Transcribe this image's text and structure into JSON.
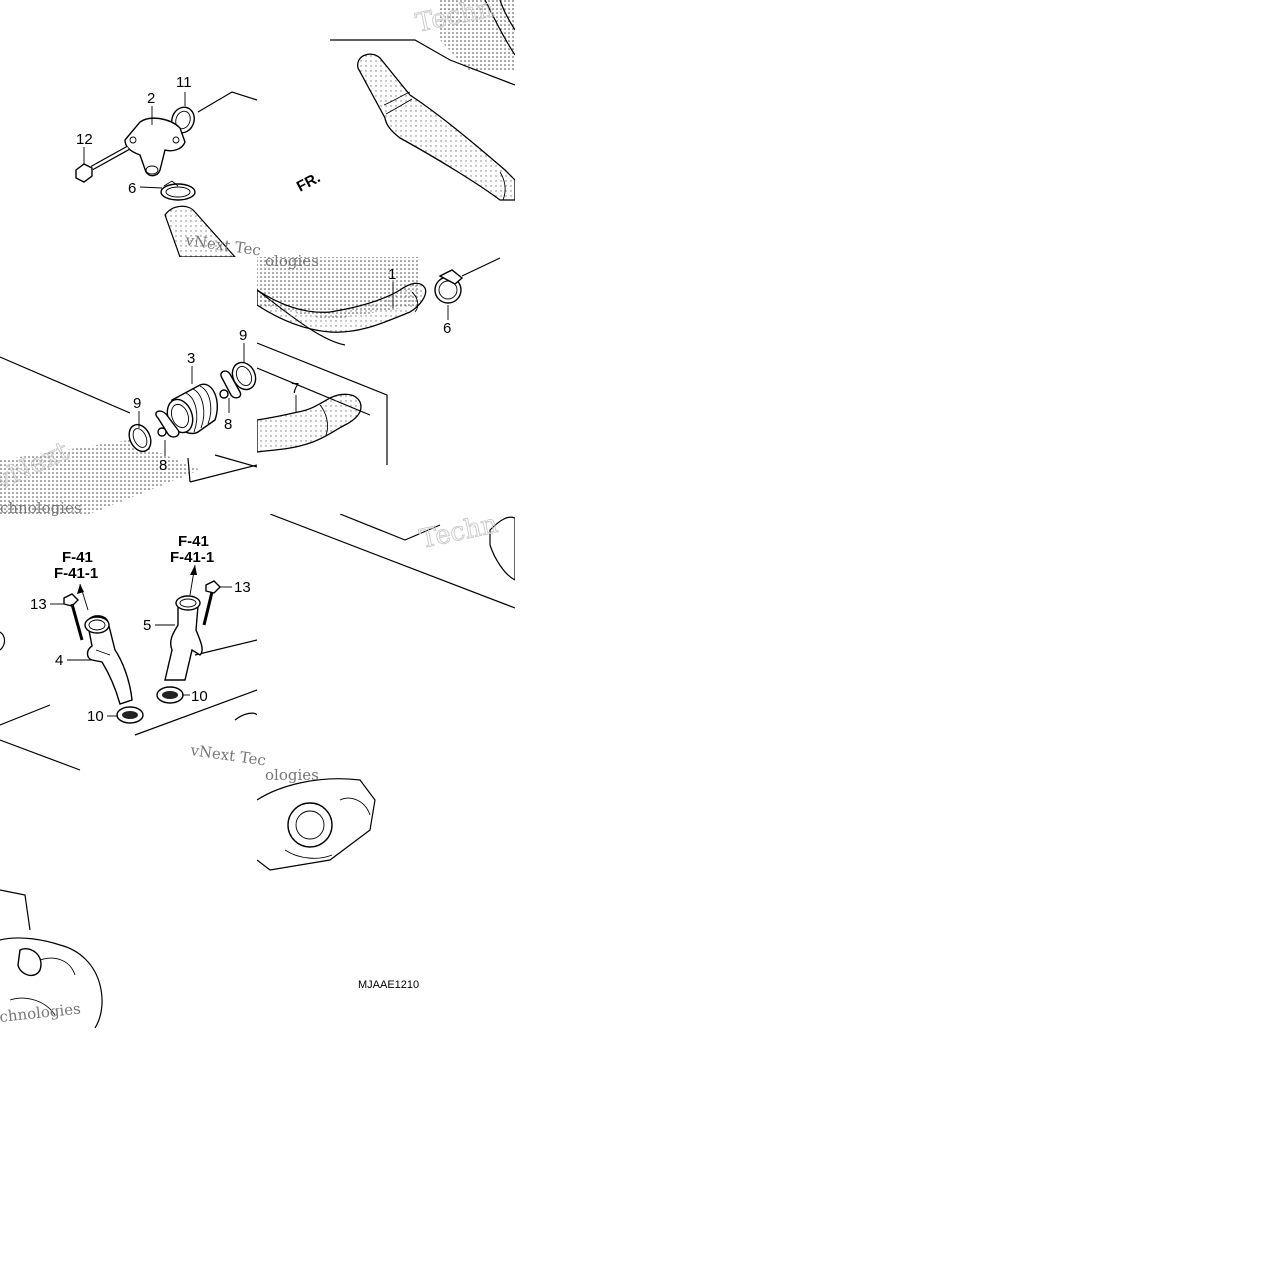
{
  "diagram": {
    "code": "MJAAE1210",
    "direction_label": "FR.",
    "callouts": [
      {
        "id": "c1",
        "text": "1"
      },
      {
        "id": "c2",
        "text": "2"
      },
      {
        "id": "c3",
        "text": "3"
      },
      {
        "id": "c4",
        "text": "4"
      },
      {
        "id": "c5",
        "text": "5"
      },
      {
        "id": "c6a",
        "text": "6"
      },
      {
        "id": "c6b",
        "text": "6"
      },
      {
        "id": "c7",
        "text": "7"
      },
      {
        "id": "c8a",
        "text": "8"
      },
      {
        "id": "c8b",
        "text": "8"
      },
      {
        "id": "c9a",
        "text": "9"
      },
      {
        "id": "c9b",
        "text": "9"
      },
      {
        "id": "c10a",
        "text": "10"
      },
      {
        "id": "c10b",
        "text": "10"
      },
      {
        "id": "c11",
        "text": "11"
      },
      {
        "id": "c12",
        "text": "12"
      },
      {
        "id": "c13a",
        "text": "13"
      },
      {
        "id": "c13b",
        "text": "13"
      }
    ],
    "references": {
      "left_line1": "F-41",
      "left_line2": "F-41-1",
      "right_line1": "F-41",
      "right_line2": "F-41-1"
    },
    "watermarks": [
      "Techn",
      "vNext Tec",
      "ologies",
      "vNext",
      "chnologies",
      "Techn",
      "vNext Tec",
      "ologies",
      "chnologies"
    ]
  }
}
